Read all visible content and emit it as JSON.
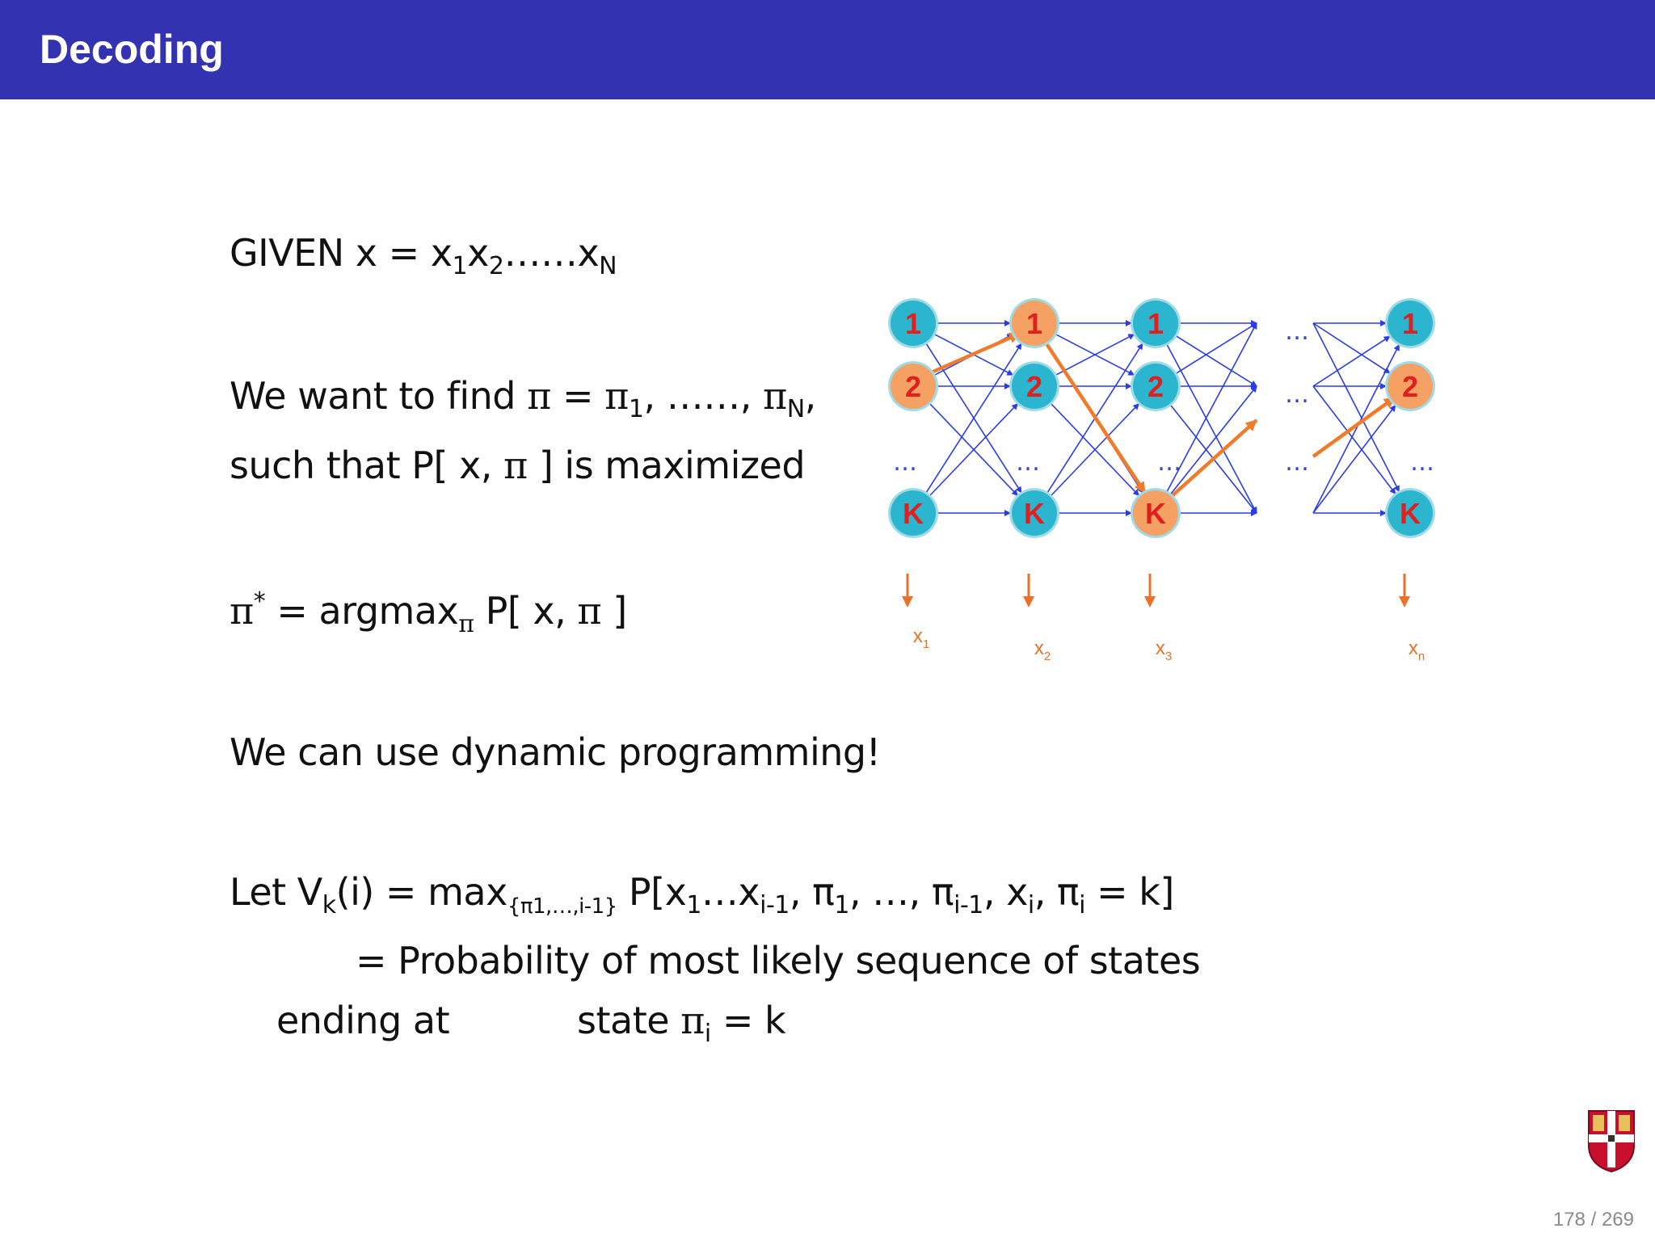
{
  "header": {
    "title": "Decoding"
  },
  "text": {
    "given": {
      "pre": "GIVEN x = x",
      "s1": "1",
      "x2": "x",
      "s2": "2",
      "dots": "……x",
      "sN": "N"
    },
    "want": {
      "pre": "We want to find ",
      "pi": "π",
      "eq": " = ",
      "pi1": "π",
      "s1": "1",
      "mid": ", ……, ",
      "piN": "π",
      "sN": "N",
      "end": ","
    },
    "such": {
      "pre": "such that P[ x, ",
      "pi": "π",
      "post": " ] is maximized"
    },
    "argmax": {
      "pi": "π",
      "star": "*",
      "mid": " = argmax",
      "subpi": "π",
      "rest": " P[ x, ",
      "pi2": "π",
      "end": " ]"
    },
    "dp": "We can use dynamic programming!",
    "letv": {
      "a": "Let V",
      "k": "k",
      "b": "(i) = max",
      "c": "{π1,…,i-1}",
      "d": " P[x",
      "e": "1",
      "f": "…x",
      "g": "i-1",
      "h": ", π",
      "i1": "1",
      "j": ", …, π",
      "k2": "i-1",
      "l": ", x",
      "m": "i",
      "n": ", π",
      "o": "i",
      "p": " = k]"
    },
    "prob": "= Probability of most likely sequence of states",
    "ending": "ending at",
    "state": {
      "pre": "state ",
      "pi": "π",
      "sub": "i",
      "post": " = k"
    }
  },
  "diagram": {
    "node_labels": [
      "1",
      "2",
      "K"
    ],
    "ellipsis": "…",
    "emissions": [
      {
        "base": "x",
        "sub": "1"
      },
      {
        "base": "x",
        "sub": "2"
      },
      {
        "base": "x",
        "sub": "3"
      },
      {
        "base": "x",
        "sub": "n"
      }
    ],
    "colors": {
      "node_blue": "#2bb5cf",
      "node_orange": "#f5a164",
      "label_red": "#e0201e",
      "edge_blue": "#2a3ce8",
      "path_orange": "#f07b2a",
      "emit_orange": "#e8722a",
      "ellipsis": "#3344cc"
    }
  },
  "footer": {
    "page": "178 / 269"
  }
}
